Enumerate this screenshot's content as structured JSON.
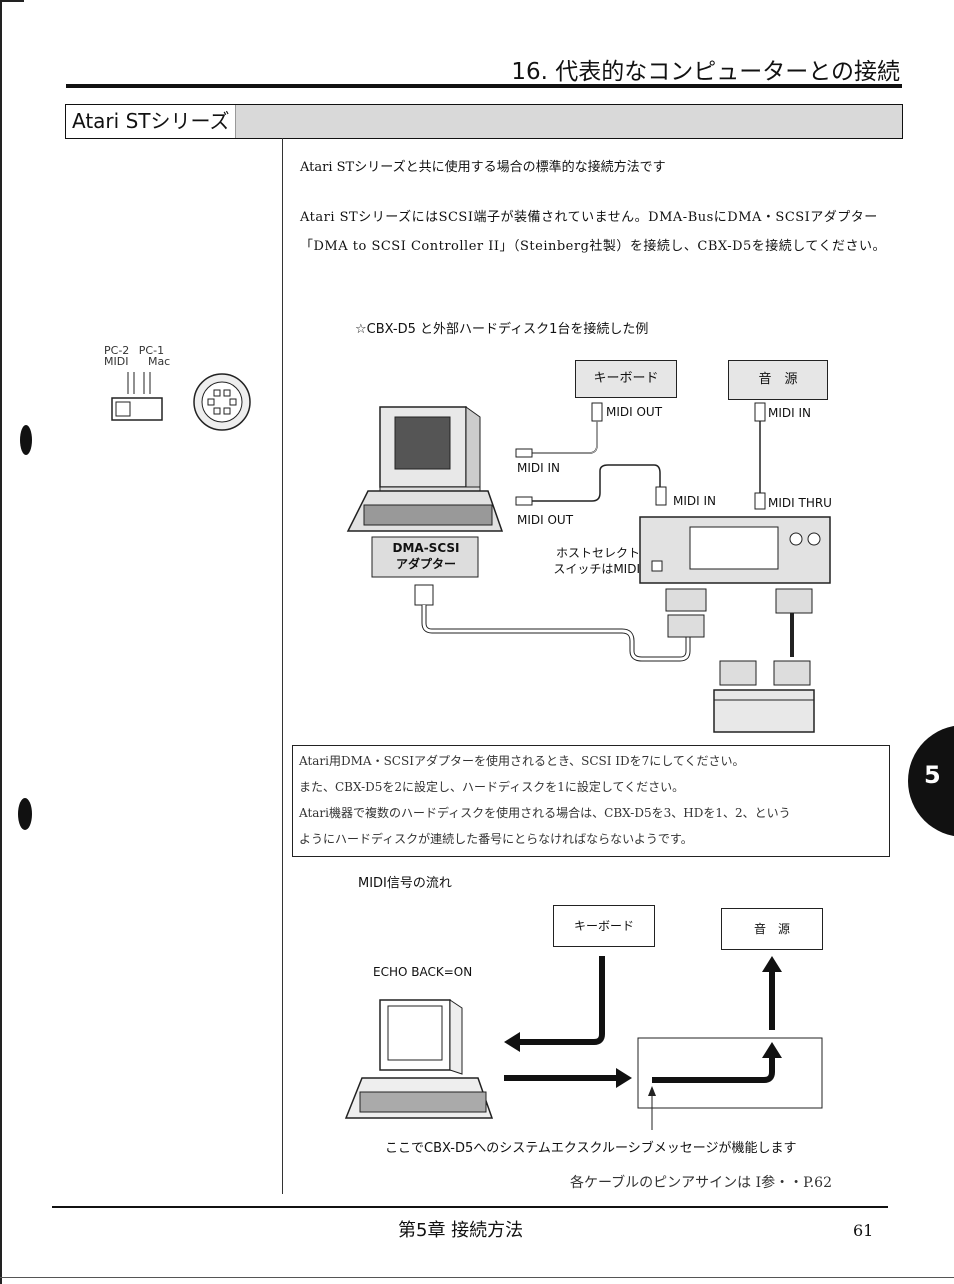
{
  "header": {
    "title": "16. 代表的なコンピューターとの接続"
  },
  "section": {
    "title": "Atari STシリーズ"
  },
  "left": {
    "switch_labels": {
      "pc2": "PC-2",
      "pc1": "PC-1",
      "midi": "MIDI",
      "mac": "Mac"
    }
  },
  "body": {
    "intro": "Atari STシリーズと共に使用する場合の標準的な接続方法です",
    "para": "Atari STシリーズにはSCSI端子が装備されていません。DMA-BusにDMA・SCSIアダプター「DMA to SCSI Controller II」（Steinberg社製）を接続し、CBX-D5を接続してください。"
  },
  "diagram1": {
    "caption": "☆CBX-D5 と外部ハードディスク1台を接続した例",
    "keyboard": "キーボード",
    "sound": "音　源",
    "midi_out_top": "MIDI OUT",
    "midi_in_top": "MIDI IN",
    "midi_in_left": "MIDI IN",
    "midi_out_left": "MIDI OUT",
    "midi_in_cbx": "MIDI IN",
    "midi_thru": "MIDI THRU",
    "dma": "DMA-SCSI\nアダプター",
    "host_select": "ホストセレクト\nスイッチはMIDI"
  },
  "note": {
    "line1": "Atari用DMA・SCSIアダプターを使用されるとき、SCSI IDを7にしてください。",
    "line2": "また、CBX-D5を2に設定し、ハードディスクを1に設定してください。",
    "line3": "Atari機器で複数のハードディスクを使用される場合は、CBX-D5を3、HDを1、2、という",
    "line4": "ようにハードディスクが連続した番号にとらなければならないようです。"
  },
  "diagram2": {
    "title": "MIDI信号の流れ",
    "keyboard": "キーボード",
    "sound": "音　源",
    "echo": "ECHO BACK=ON",
    "caption": "ここでCBX-D5へのシステムエクスクルーシブメッセージが機能します"
  },
  "pin_ref": "各ケーブルのピンアサインは Ⅰ参・・P.62",
  "footer": {
    "chapter": "第5章 接続方法",
    "page": "61"
  },
  "tab": {
    "number": "5"
  }
}
